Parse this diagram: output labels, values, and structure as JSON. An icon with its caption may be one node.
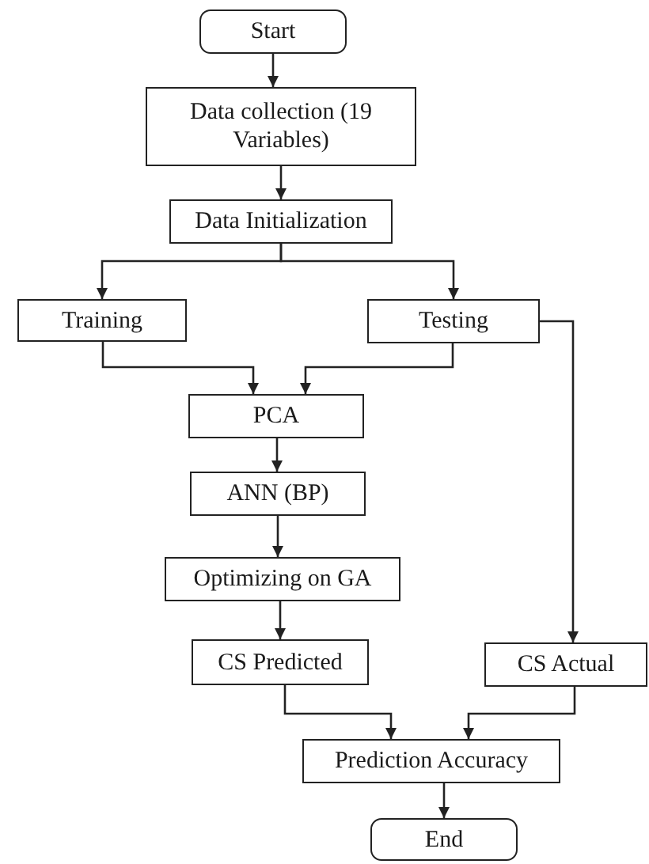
{
  "diagram": {
    "nodes": [
      {
        "text": [
          "Start"
        ]
      },
      {
        "text": [
          "Data collection (19 Variables)"
        ]
      },
      {
        "text": [
          "Data Initialization"
        ]
      },
      {
        "text": [
          "Training"
        ]
      },
      {
        "text": [
          "Testing"
        ]
      },
      {
        "text": [
          "PCA"
        ]
      },
      {
        "text": [
          "ANN (BP)"
        ]
      },
      {
        "text": [
          "Optimizing on GA"
        ]
      },
      {
        "text": [
          "CS Predicted"
        ]
      },
      {
        "text": [
          "CS Actual"
        ]
      },
      {
        "text": [
          "Prediction Accuracy"
        ]
      },
      {
        "text": [
          "End"
        ]
      }
    ],
    "edges": [
      {
        "from": 0,
        "to": 1,
        "arrow": "to"
      },
      {
        "from": 1,
        "to": 2,
        "arrow": "to"
      },
      {
        "from": 2,
        "to": 3,
        "arrow": "to"
      },
      {
        "from": 2,
        "to": 4,
        "arrow": "to"
      },
      {
        "from": 3,
        "to": 5,
        "arrow": "to"
      },
      {
        "from": 4,
        "to": 5,
        "arrow": "to"
      },
      {
        "from": 4,
        "to": 9,
        "arrow": "to"
      },
      {
        "from": 5,
        "to": 6,
        "arrow": "to"
      },
      {
        "from": 6,
        "to": 7,
        "arrow": "to"
      },
      {
        "from": 7,
        "to": 8,
        "arrow": "to"
      },
      {
        "from": 8,
        "to": 10,
        "arrow": "to"
      },
      {
        "from": 9,
        "to": 10,
        "arrow": "to"
      },
      {
        "from": 10,
        "to": 11,
        "arrow": "to"
      }
    ]
  }
}
